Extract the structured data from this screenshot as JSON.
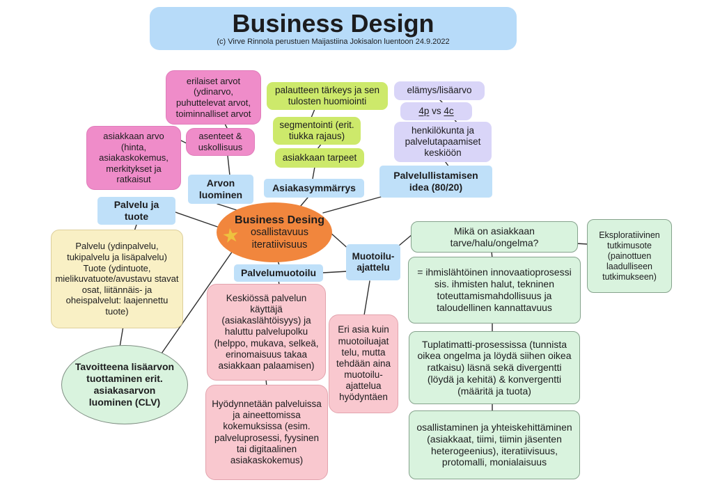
{
  "banner": {
    "title": "Business Design",
    "subtitle": "(c) Virve Rinnola perustuen Maijastiina Jokisalon luentoon 24.9.2022"
  },
  "center": {
    "title": "Business Desing",
    "sub1": "osallistavuus",
    "sub2": "iteratiivisuus",
    "star": "★"
  },
  "nodes": {
    "erilaiset": {
      "text": "erilaiset arvot (ydinarvo, puhuttelevat arvot, toiminnalliset arvot"
    },
    "asiakkaan_arvo": {
      "text": "asiakkaan arvo (hinta, asiakaskokemus, merkitykset ja ratkaisut"
    },
    "asenteet": {
      "text": "asenteet & uskollisuus"
    },
    "palautteen": {
      "text": "palautteen tärkeys ja sen tulosten huomiointi"
    },
    "segmentointi": {
      "text": "segmentointi (erit. tiukka rajaus)"
    },
    "tarpeet": {
      "text": "asiakkaan tarpeet"
    },
    "elamys": {
      "text": "elämys/lisäarvo"
    },
    "vs": {
      "p1": "4p",
      "mid": " vs ",
      "p2": "4c"
    },
    "henkilokunta": {
      "text": "henkilökunta ja palvelutapaamiset keskiöön"
    },
    "arvon_luominen": {
      "text": "Arvon luominen"
    },
    "palvelu_ja_tuote": {
      "text": "Palvelu ja tuote"
    },
    "asiakasymmarrys": {
      "text": "Asiakasymmärrys"
    },
    "palvelullistaminen": {
      "text": "Palvelullistamisen idea (80/20)"
    },
    "palvelumuotoilu": {
      "text": "Palvelumuotoilu"
    },
    "muotoiluajattelu": {
      "text": "Muotoilu-ajattelu"
    },
    "palvelu_tuote_info": {
      "text": "Palvelu (ydinpalvelu, tukipalvelu ja lisäpalvelu) Tuote (ydintuote, mielikuvatuote/avustavu stavat osat, liitännäis- ja oheispalvelut: laajennettu tuote)"
    },
    "tavoitteena": {
      "text": "Tavoitteena lisäarvon tuottaminen erit. asiakasarvon luominen (CLV)"
    },
    "keskiossa": {
      "text": "Keskiössä palvelun käyttäjä (asiakaslähtöisyys) ja haluttu palvelupolku (helppo, mukava, selkeä, erinomaisuus takaa asiakkaan palaamisen)"
    },
    "hyodynnetaan": {
      "text": "Hyödynnetään palveluissa ja aineettomissa kokemuksissa (esim. palveluprosessi, fyysinen tai digitaalinen asiakaskokemus)"
    },
    "eri_asia": {
      "text": "Eri asia kuin muotoiluajat telu, mutta tehdään aina muotoilu- ajattelua hyödyntäen"
    },
    "mika": {
      "text": "Mikä on asiakkaan tarve/halu/ongelma?"
    },
    "ihmislahtoinen": {
      "text": "= ihmislähtöinen innovaatioprosessi sis. ihmisten halut, tekninen toteuttamismahdollisuus ja taloudellinen kannattavuus"
    },
    "tuplatimatti": {
      "text": "Tuplatimatti-prosessissa (tunnista oikea ongelma ja löydä siihen oikea ratkaisu) läsnä sekä divergentti (löydä ja kehitä) & konvergentti (määritä ja tuota)"
    },
    "osallistaminen": {
      "text": "osallistaminen ja yhteiskehittäminen (asiakkaat, tiimi, tiimin jäsenten heterogeenius), iteratiivisuus, protomalli, monialaisuus"
    },
    "eksploratiivinen": {
      "text": "Eksploratiivinen tutkimusote (painottuen laadulliseen tutkimukseen)"
    }
  },
  "palette": {
    "banner_blue": "#b7dbf9",
    "label_blue": "#bfe0f9",
    "pink": "#ef8cc9",
    "lime": "#cde96b",
    "lavender": "#d9d5f8",
    "orange": "#f1863d",
    "star_gold": "#eec23f",
    "yellow": "#f9f0c5",
    "rose": "#f9c8cf",
    "rose_border": "#e2a3ad",
    "green": "#d9f3de",
    "green_border": "#85a28c",
    "line": "#2d2d2d",
    "text": "#1c1c1e"
  }
}
